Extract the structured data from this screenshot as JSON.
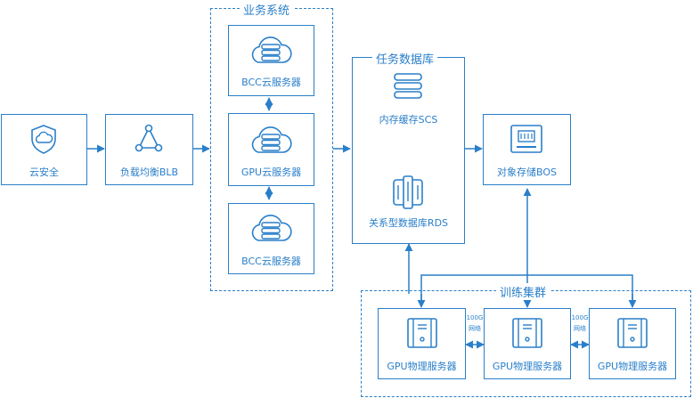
{
  "groups": {
    "business": "业务系统",
    "task_db": "任务数据库",
    "training": "训练集群"
  },
  "nodes": {
    "cloud_security": "云安全",
    "blb": "负载均衡BLB",
    "bcc1": "BCC云服务器",
    "gpu_cloud": "GPU云服务器",
    "bcc2": "BCC云服务器",
    "scs": "内存缓存SCS",
    "rds": "关系型数据库RDS",
    "bos": "对象存储BOS",
    "gpu_phys1": "GPU物理服务器",
    "gpu_phys2": "GPU物理服务器",
    "gpu_phys3": "GPU物理服务器"
  },
  "links": {
    "net1_speed": "100G",
    "net1_label": "网络",
    "net2_speed": "100G",
    "net2_label": "网络"
  },
  "colors": {
    "accent": "#2a7fc9",
    "background": "#ffffff"
  },
  "icons": {
    "cloud_security": "cloud-shield-icon",
    "blb": "triangle-nodes-icon",
    "server": "cloud-server-icon",
    "scs": "memory-stack-icon",
    "rds": "database-cylinder-icon",
    "bos": "storage-card-icon",
    "physical": "physical-server-icon"
  }
}
